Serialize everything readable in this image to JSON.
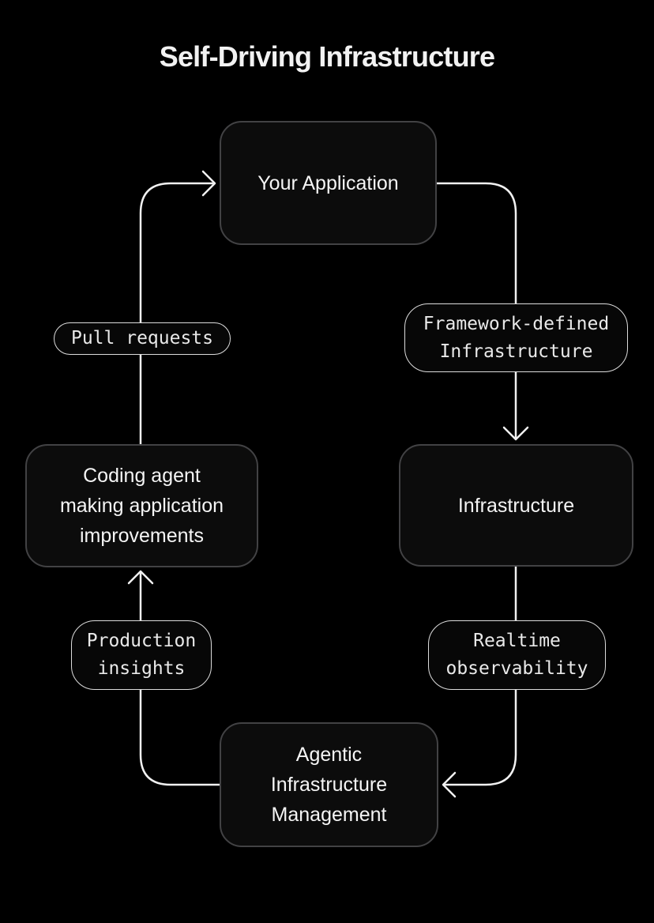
{
  "title": "Self-Driving Infrastructure",
  "nodes": {
    "your_application": "Your Application",
    "infrastructure": "Infrastructure",
    "coding_agent": "Coding agent making application improvements",
    "agentic_management": "Agentic Infrastructure Management"
  },
  "edge_labels": {
    "framework_defined_infrastructure": "Framework-defined Infrastructure",
    "realtime_observability": "Realtime observability",
    "production_insights": "Production insights",
    "pull_requests": "Pull requests"
  },
  "edges": [
    {
      "from": "your_application",
      "to": "infrastructure",
      "label": "Framework-defined Infrastructure"
    },
    {
      "from": "infrastructure",
      "to": "agentic_management",
      "label": "Realtime observability"
    },
    {
      "from": "agentic_management",
      "to": "coding_agent",
      "label": "Production insights"
    },
    {
      "from": "coding_agent",
      "to": "your_application",
      "label": "Pull requests"
    }
  ],
  "colors": {
    "background": "#000000",
    "node_fill": "#0c0c0c",
    "node_border": "#424244",
    "node_text": "#f5f5f5",
    "pill_fill": "#070707",
    "pill_border": "#dcdcdc",
    "pill_text": "#e9e9e9",
    "arrow": "#f1f1f1",
    "title_text": "#f2f2f2"
  }
}
